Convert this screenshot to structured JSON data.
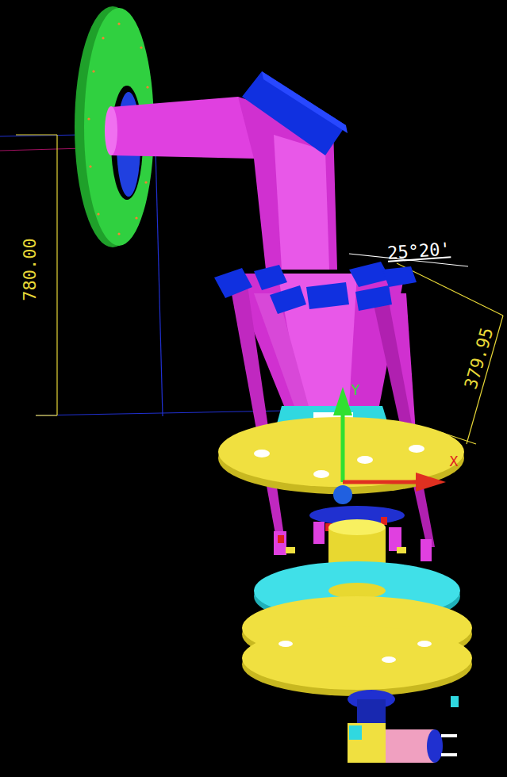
{
  "diagram": {
    "labels": [
      "780.00",
      "25°20'",
      "379.95",
      "Y",
      "X"
    ]
  }
}
